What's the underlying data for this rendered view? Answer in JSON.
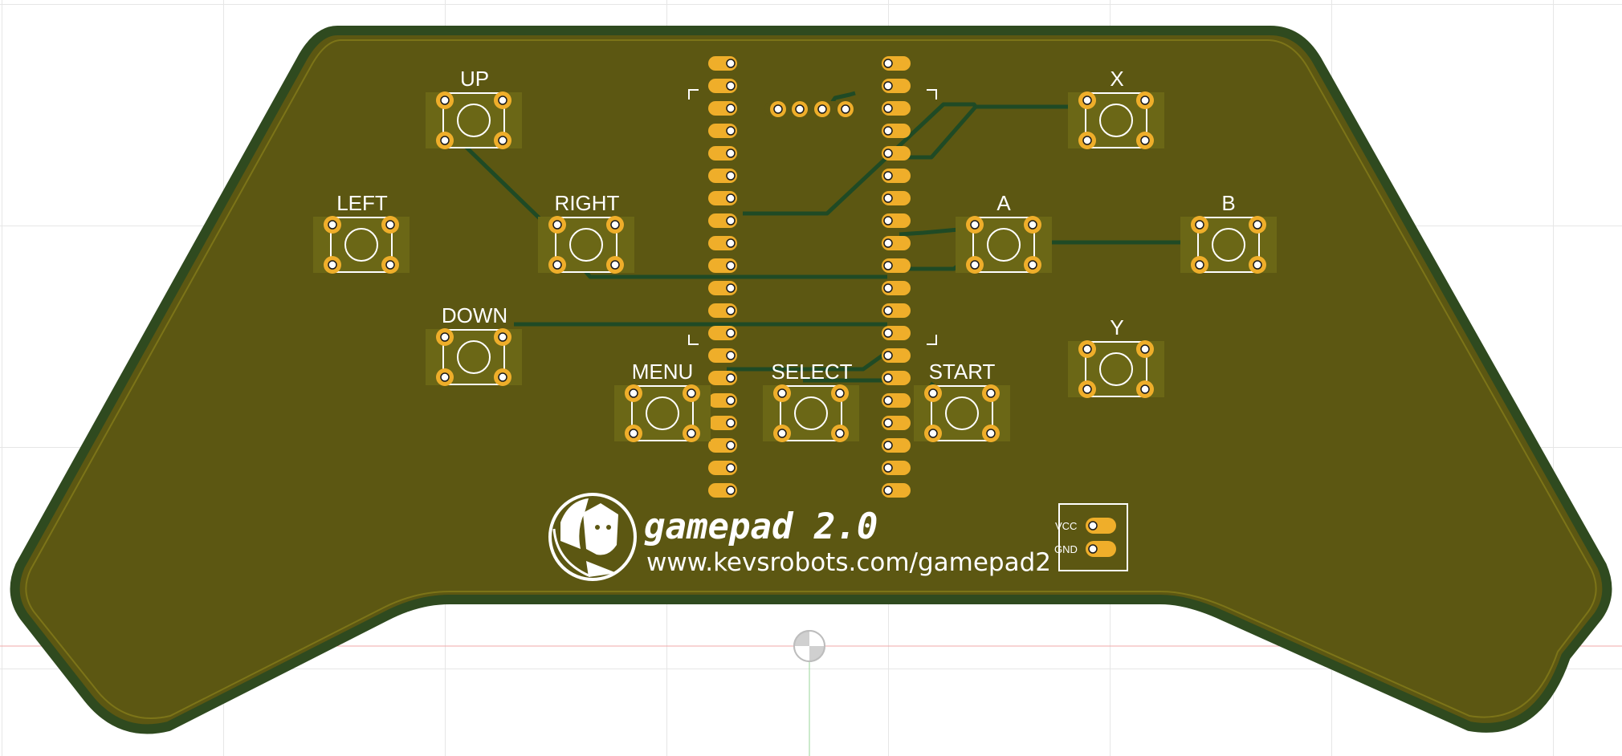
{
  "board": {
    "brand_title": "gamepad 2.0",
    "brand_url": "www.kevsrobots.com/gamepad2",
    "colors": {
      "background": "#ffffff",
      "grid": "#e6e6e6",
      "board_edge": "#2f4a1f",
      "board_fill": "#5c5712",
      "copper": "#efae2a",
      "trace": "#3e4812",
      "silkscreen": "#ffffff"
    }
  },
  "buttons": {
    "up": "UP",
    "left": "LEFT",
    "right": "RIGHT",
    "down": "DOWN",
    "menu": "MENU",
    "select": "SELECT",
    "start": "START",
    "x": "X",
    "a": "A",
    "b": "B",
    "y": "Y"
  },
  "power_header": {
    "vcc": "VCC",
    "gnd": "GND"
  },
  "icons": {
    "logo": "robot-logo-icon",
    "origin": "origin-marker-icon"
  }
}
